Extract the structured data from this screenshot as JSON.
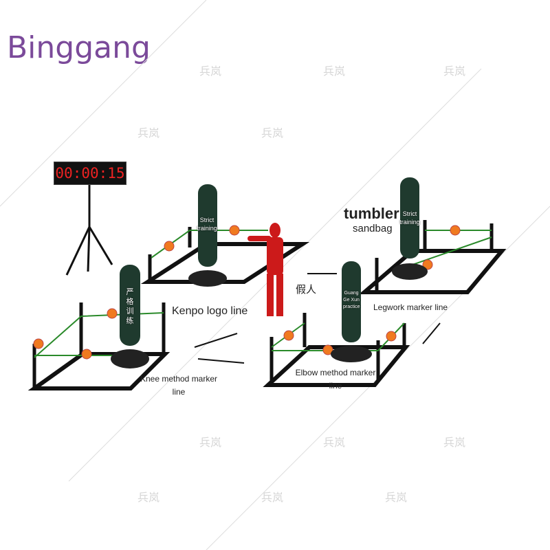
{
  "brand": "Binggang",
  "timer": {
    "display": "00:00:15"
  },
  "labels": {
    "strict_training_1": "Strict training",
    "strict_training_2": "Strict training",
    "tumbler": "tumbler",
    "sandbag": "sandbag",
    "bag_chinese": "严格训练",
    "kenpo": "Kenpo logo line",
    "dummy": "假人",
    "guang_ge_xun": "Guang Ge Xun practice",
    "legwork": "Legwork marker line",
    "knee": "Knee method marker line",
    "elbow": "Elbow method marker line"
  },
  "watermark": "兵岚",
  "colors": {
    "brand": "#7b4a9a",
    "bag": "#1f3a2e",
    "dummy": "#cc1a1a",
    "marker": "#f07a20",
    "line": "#2a8a2a",
    "frame": "#111111"
  }
}
